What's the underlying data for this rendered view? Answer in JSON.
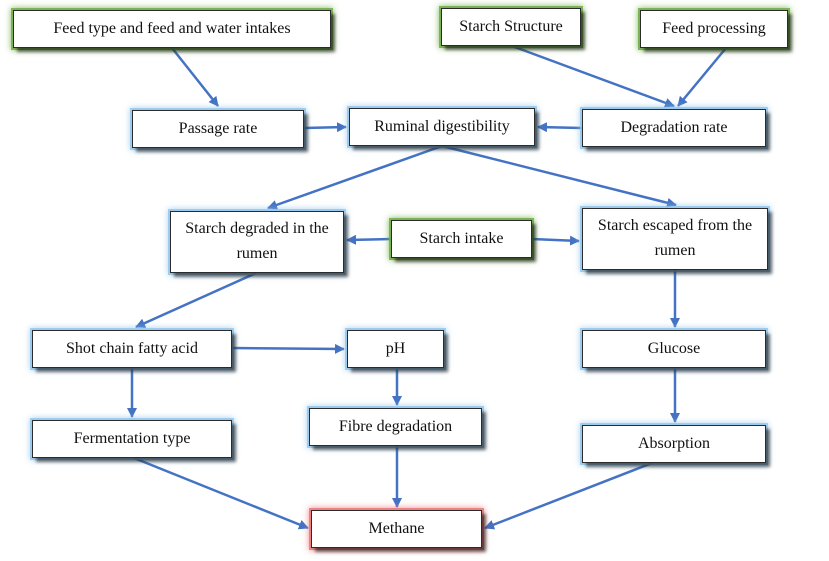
{
  "nodes": {
    "feed_type": "Feed type and feed and water intakes",
    "starch_structure": "Starch Structure",
    "feed_processing": "Feed processing",
    "passage_rate": "Passage rate",
    "ruminal_digestibility": "Ruminal digestibility",
    "degradation_rate": "Degradation rate",
    "starch_degraded": "Starch degraded in the rumen",
    "starch_intake": "Starch intake",
    "starch_escaped": "Starch escaped from the rumen",
    "short_chain": "Shot chain fatty acid",
    "ph": "pH",
    "glucose": "Glucose",
    "fermentation_type": "Fermentation type",
    "fibre_degradation": "Fibre degradation",
    "absorption": "Absorption",
    "methane": "Methane"
  },
  "colors": {
    "arrow": "#4472c4",
    "glow_blue": "#8cc3eb",
    "glow_green": "#70ad47",
    "glow_red": "#eb7878"
  },
  "edges": [
    [
      "feed_type",
      "passage_rate"
    ],
    [
      "starch_structure",
      "degradation_rate"
    ],
    [
      "feed_processing",
      "degradation_rate"
    ],
    [
      "passage_rate",
      "ruminal_digestibility"
    ],
    [
      "degradation_rate",
      "ruminal_digestibility"
    ],
    [
      "ruminal_digestibility",
      "starch_degraded"
    ],
    [
      "ruminal_digestibility",
      "starch_escaped"
    ],
    [
      "starch_intake",
      "starch_degraded"
    ],
    [
      "starch_intake",
      "starch_escaped"
    ],
    [
      "starch_degraded",
      "short_chain"
    ],
    [
      "starch_escaped",
      "glucose"
    ],
    [
      "short_chain",
      "ph"
    ],
    [
      "short_chain",
      "fermentation_type"
    ],
    [
      "ph",
      "fibre_degradation"
    ],
    [
      "glucose",
      "absorption"
    ],
    [
      "fermentation_type",
      "methane"
    ],
    [
      "fibre_degradation",
      "methane"
    ],
    [
      "absorption",
      "methane"
    ]
  ]
}
